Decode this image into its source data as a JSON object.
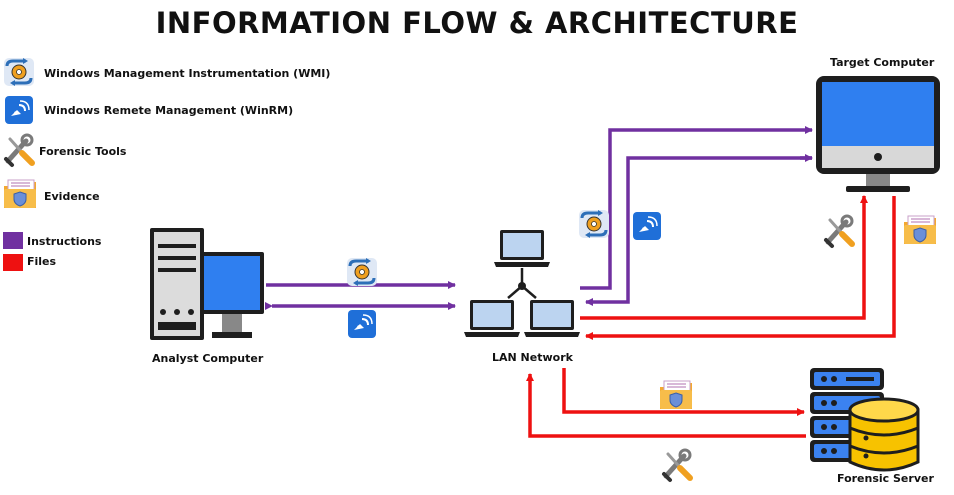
{
  "title": "INFORMATION FLOW & ARCHITECTURE",
  "legend": {
    "wmi": "Windows Management Instrumentation (WMI)",
    "winrm": "Windows Remete Management (WinRM)",
    "tools": "Forensic Tools",
    "evidence": "Evidence",
    "instructions": "Instructions",
    "files": "Files"
  },
  "nodes": {
    "analyst": "Analyst Computer",
    "lan": "LAN Network",
    "target": "Target Computer",
    "server": "Forensic Server"
  },
  "colors": {
    "instructions": "#7030a0",
    "files": "#ee1111"
  },
  "icons": [
    "wmi-gear-icon",
    "winrm-icon",
    "wrench-screwdriver-icon",
    "evidence-folder-icon"
  ]
}
